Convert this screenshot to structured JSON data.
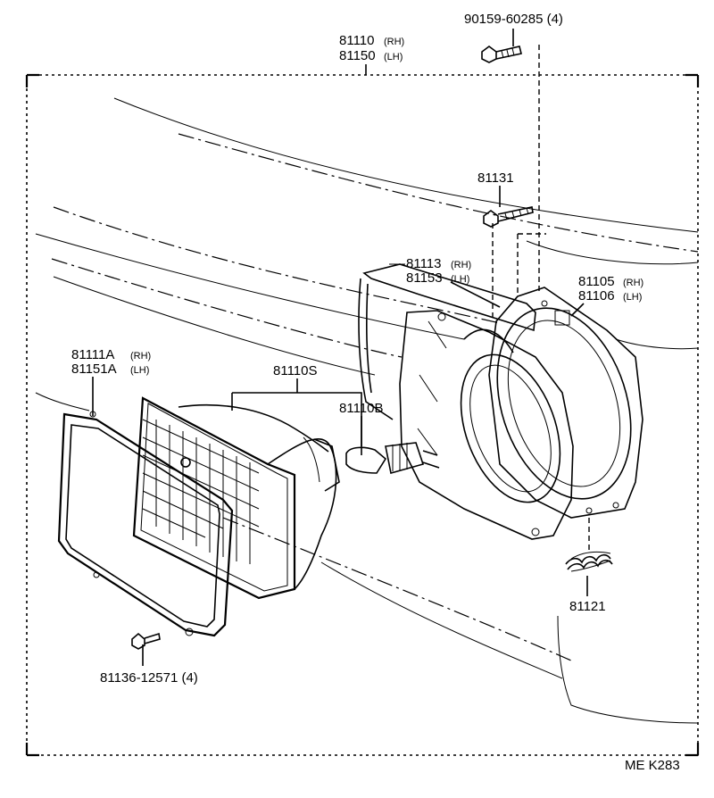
{
  "labels": {
    "bolt_90159": "90159-60285 (4)",
    "unit_rh": "81110",
    "unit_rh_side": "(RH)",
    "unit_lh": "81150",
    "unit_lh_side": "(LH)",
    "screw_81131": "81131",
    "housing_rh": "81113",
    "housing_rh_side": "(RH)",
    "housing_lh": "81153",
    "housing_lh_side": "(LH)",
    "mount_rh": "81105",
    "mount_rh_side": "(RH)",
    "mount_lh": "81106",
    "mount_lh_side": "(LH)",
    "ring_rh": "81111A",
    "ring_rh_side": "(RH)",
    "ring_lh": "81151A",
    "ring_lh_side": "(LH)",
    "lamp_sub": "81110S",
    "bulb": "81110B",
    "spring": "81121",
    "screw_81136": "81136-12571 (4)",
    "footer_code": "ME  K283"
  }
}
